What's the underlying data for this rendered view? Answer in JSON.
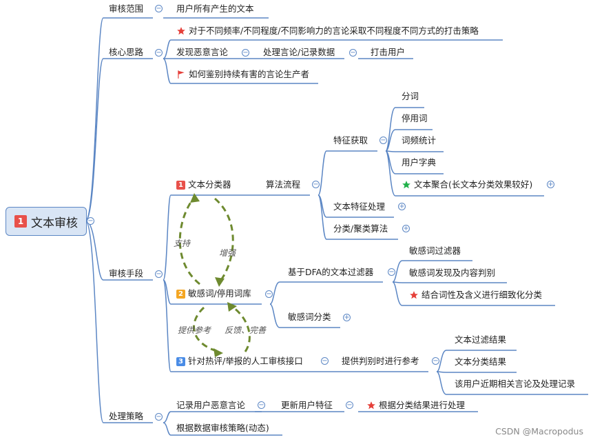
{
  "root": {
    "number": "1",
    "label": "文本审核"
  },
  "branches": {
    "scope": {
      "label": "审核范围",
      "child": "用户所有产生的文本"
    },
    "idea": {
      "label": "核心思路",
      "c1": "对于不同频率/不同程度/不同影响力的言论采取不同程度不同方式的打击策略",
      "c2a": "发现恶意言论",
      "c2b": "处理言论/记录数据",
      "c2c": "打击用户",
      "c3": "如何鉴别持续有害的言论生产者"
    },
    "means": {
      "label": "审核手段",
      "classifier": {
        "number": "1",
        "label": "文本分类器",
        "algo": "算法流程",
        "feature": "特征获取",
        "f1": "分词",
        "f2": "停用词",
        "f3": "词频统计",
        "f4": "用户字典",
        "f5": "文本聚合(长文本分类效果较好)",
        "textfeat": "文本特征处理",
        "cluster": "分类/聚类算法"
      },
      "lexicon": {
        "number": "2",
        "label": "敏感词/停用词库",
        "dfa": "基于DFA的文本过滤器",
        "d1": "敏感词过滤器",
        "d2": "敏感词发现及内容判别",
        "d3": "结合词性及含义进行细致化分类",
        "classify": "敏感词分类"
      },
      "manual": {
        "number": "3",
        "label": "针对热评/举报的人工审核接口",
        "ref": "提供判别时进行参考",
        "r1": "文本过滤结果",
        "r2": "文本分类结果",
        "r3": "该用户近期相关言论及处理记录"
      }
    },
    "strategy": {
      "label": "处理策略",
      "s1": "记录用户恶意言论",
      "s2": "更新用户特征",
      "s3": "根据分类结果进行处理",
      "s4": "根据数据审核策略(动态)"
    }
  },
  "annotations": {
    "support": "支持",
    "enhance": "增强",
    "reference": "提供参考",
    "feedback": "反馈、完善"
  },
  "watermark": "CSDN @Macropodus",
  "colors": {
    "line": "#5b86c4",
    "rootFill": "#d9e5f5",
    "num1": "#e8504a",
    "num2": "#f4a623",
    "num3": "#4a8ce6",
    "arrow": "#6e8a2f",
    "star_red": "#e5403a",
    "star_green": "#21b14a",
    "flag": "#e5403a"
  },
  "icons": {
    "toggle_minus": "⊖",
    "toggle_plus": "⊕"
  }
}
